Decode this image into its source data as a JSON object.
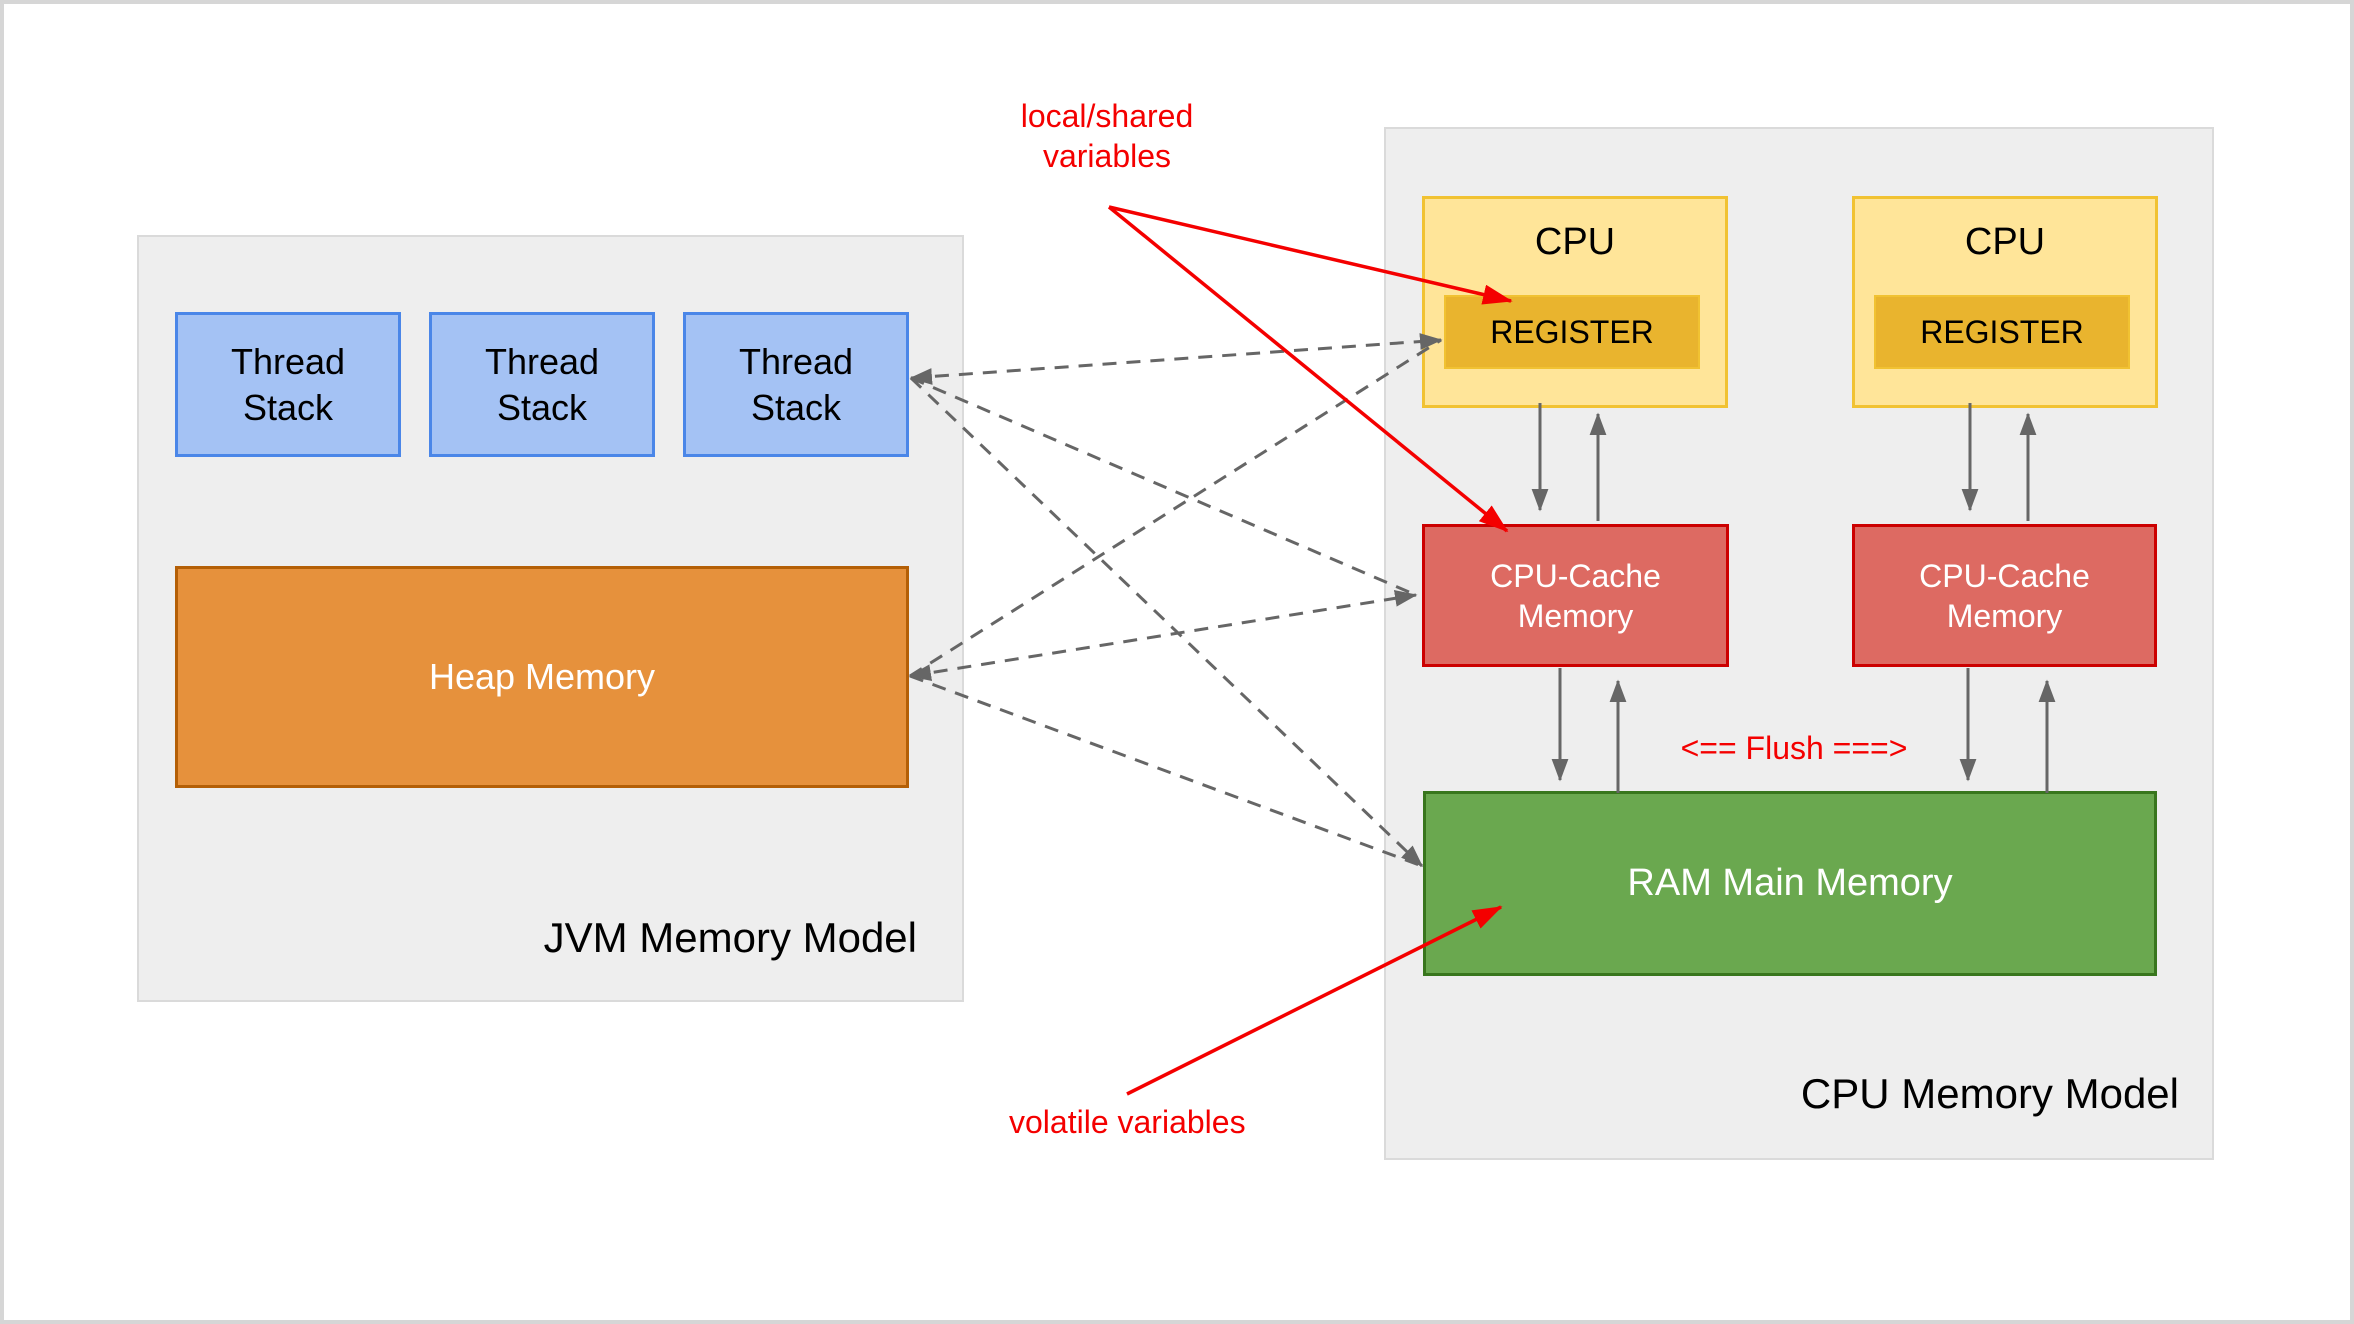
{
  "diagram": {
    "jvm": {
      "title": "JVM Memory Model",
      "thread_stacks": [
        "Thread Stack",
        "Thread Stack",
        "Thread Stack"
      ],
      "heap_label": "Heap Memory"
    },
    "cpu": {
      "title": "CPU Memory Model",
      "units": [
        {
          "label": "CPU",
          "register": "REGISTER",
          "cache": "CPU-Cache Memory"
        },
        {
          "label": "CPU",
          "register": "REGISTER",
          "cache": "CPU-Cache Memory"
        }
      ],
      "ram_label": "RAM Main Memory",
      "flush_label": "<== Flush ===>"
    },
    "annotations": {
      "local_shared": "local/shared variables",
      "volatile_vars": "volatile variables"
    },
    "colors": {
      "panel_bg": "#eeeeee",
      "thread_stack_fill": "#a4c2f4",
      "thread_stack_border": "#4a86e8",
      "heap_fill": "#e6913c",
      "heap_border": "#b45f06",
      "cpu_fill": "#ffe599",
      "cpu_border": "#f1c232",
      "register_fill": "#e9b42e",
      "cache_fill": "#dd6a62",
      "cache_border": "#cc0000",
      "ram_fill": "#6aa84f",
      "ram_border": "#38761d",
      "arrow_gray": "#666666",
      "annotation_red": "#f40000"
    }
  }
}
